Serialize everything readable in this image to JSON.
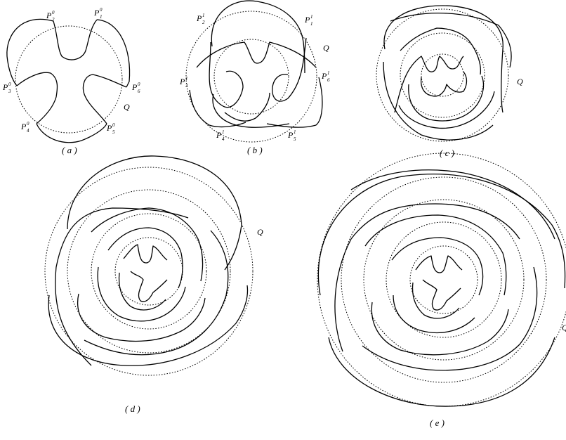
{
  "panels": [
    {
      "id": "a",
      "caption": "( a )",
      "points": [
        {
          "name": "P",
          "sup": "0",
          "sub": "2"
        },
        {
          "name": "P",
          "sup": "0",
          "sub": "1"
        },
        {
          "name": "P",
          "sup": "0",
          "sub": "3"
        },
        {
          "name": "P",
          "sup": "0",
          "sub": "6"
        },
        {
          "name": "P",
          "sup": "0",
          "sub": "4"
        },
        {
          "name": "P",
          "sup": "0",
          "sub": "5"
        }
      ],
      "q_label": "Q"
    },
    {
      "id": "b",
      "caption": "( b )",
      "points": [
        {
          "name": "P",
          "sup": "1",
          "sub": "2"
        },
        {
          "name": "P",
          "sup": "1",
          "sub": "1"
        },
        {
          "name": "P",
          "sup": "1",
          "sub": "3"
        },
        {
          "name": "P",
          "sup": "1",
          "sub": "6"
        },
        {
          "name": "P",
          "sup": "1",
          "sub": "4"
        },
        {
          "name": "P",
          "sup": "1",
          "sub": "5"
        }
      ],
      "q_label": "Q"
    },
    {
      "id": "c",
      "caption": "( c )",
      "q_label": "Q"
    },
    {
      "id": "d",
      "caption": "( d )",
      "q_label": "Q"
    },
    {
      "id": "e",
      "caption": "( e )",
      "q_label": "Q"
    }
  ]
}
